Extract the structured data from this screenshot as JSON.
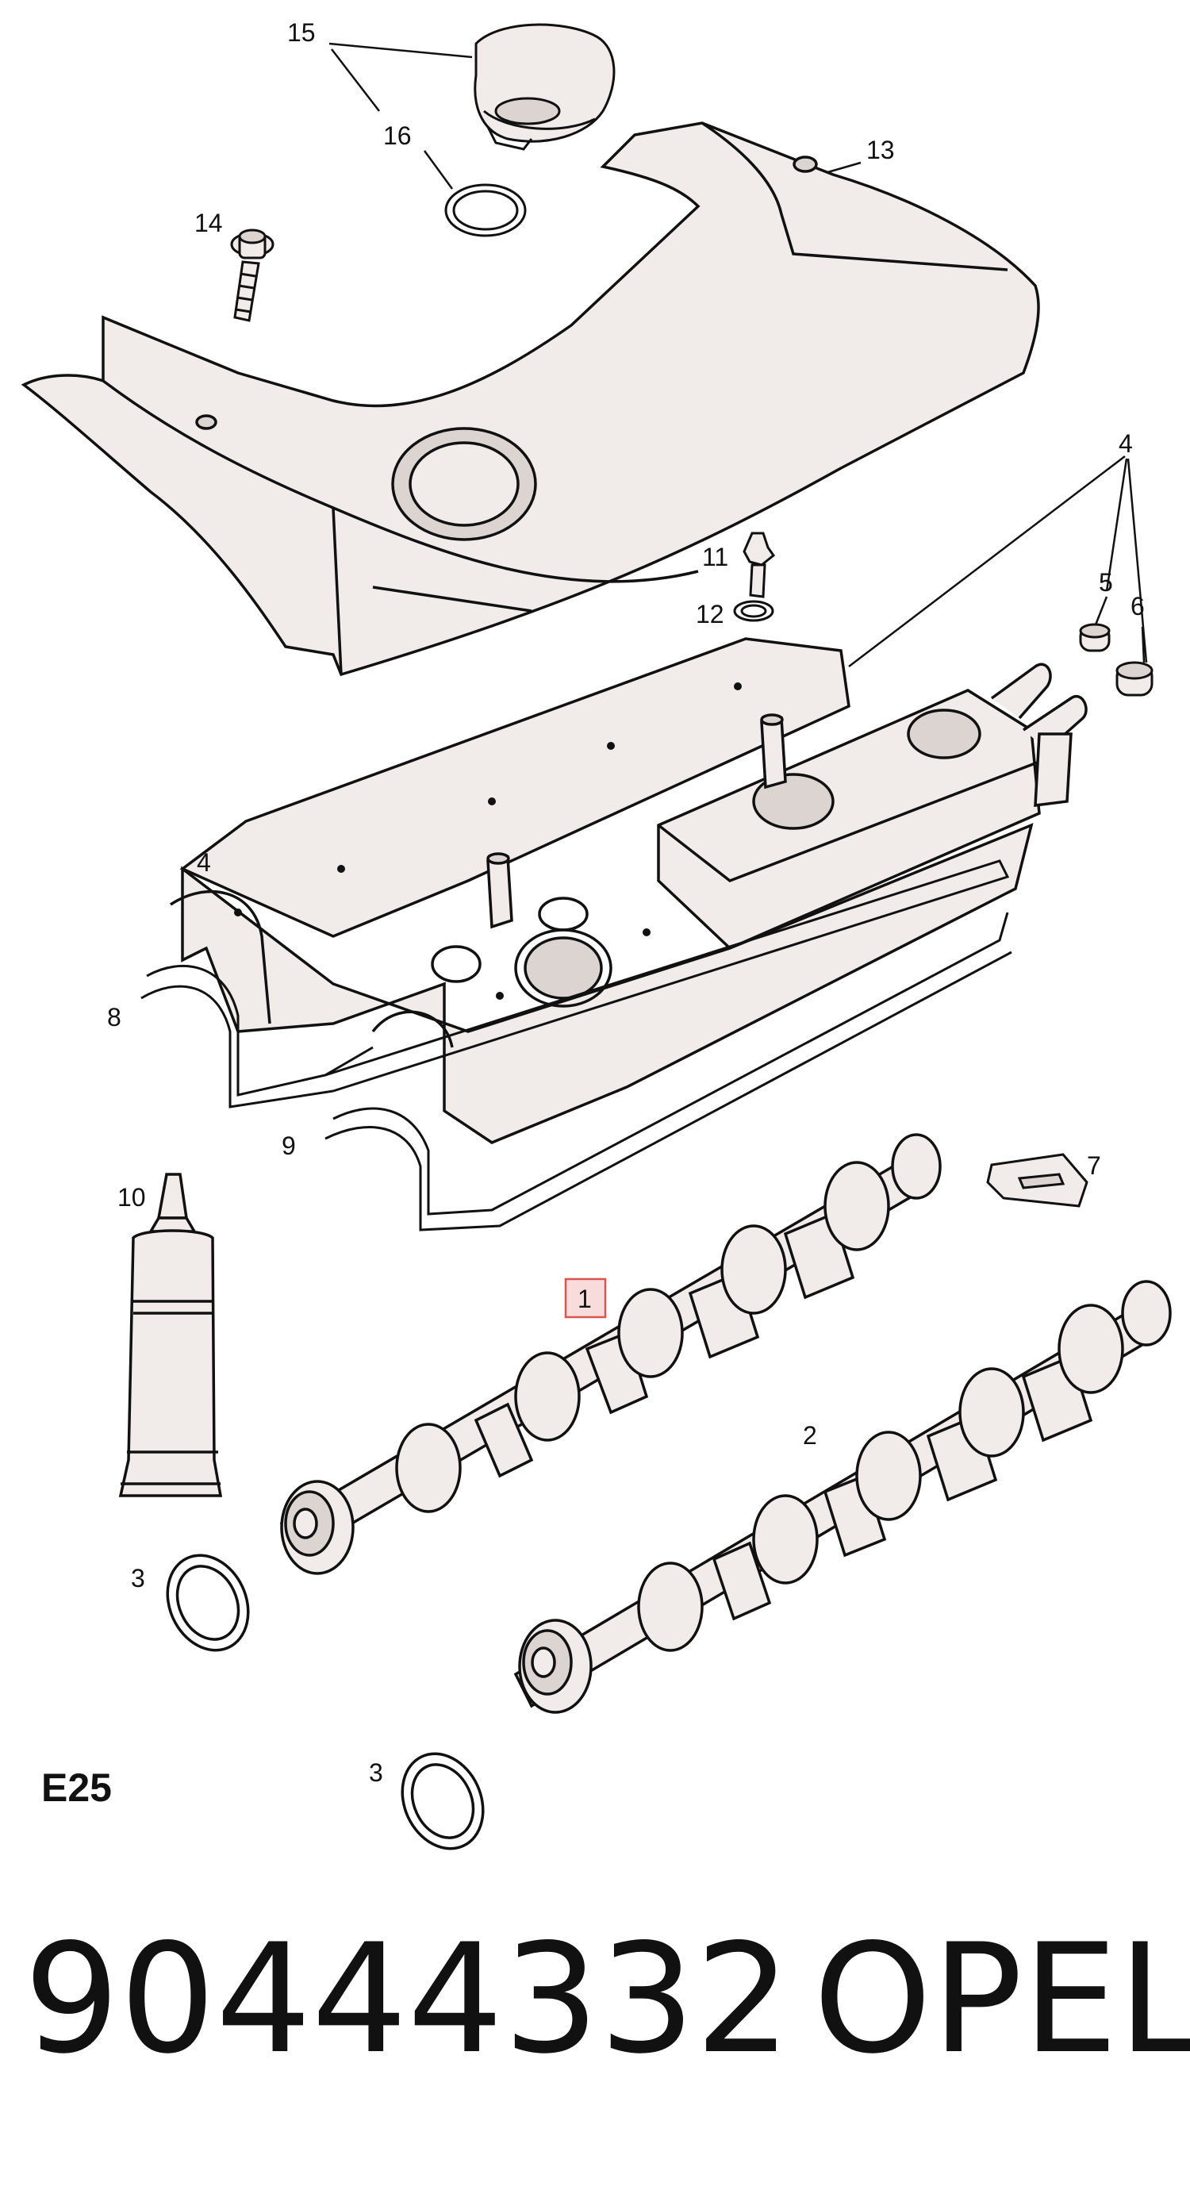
{
  "diagram": {
    "section_code": "E25",
    "callouts": {
      "c1": "1",
      "c2": "2",
      "c3a": "3",
      "c3b": "3",
      "c4a": "4",
      "c4b": "4",
      "c5": "5",
      "c6": "6",
      "c7": "7",
      "c8": "8",
      "c9": "9",
      "c10": "10",
      "c11": "11",
      "c12": "12",
      "c13": "13",
      "c14": "14",
      "c15": "15",
      "c16": "16"
    },
    "highlighted_callout": "1",
    "colors": {
      "line": "#111111",
      "part_fill": "#f1ecea",
      "shade_fill": "#dcd4d1",
      "highlight_border": "#d9534f",
      "highlight_fill": "#f8dcdc"
    }
  },
  "footer": {
    "part_number": "90444332",
    "brand": "OPEL"
  }
}
